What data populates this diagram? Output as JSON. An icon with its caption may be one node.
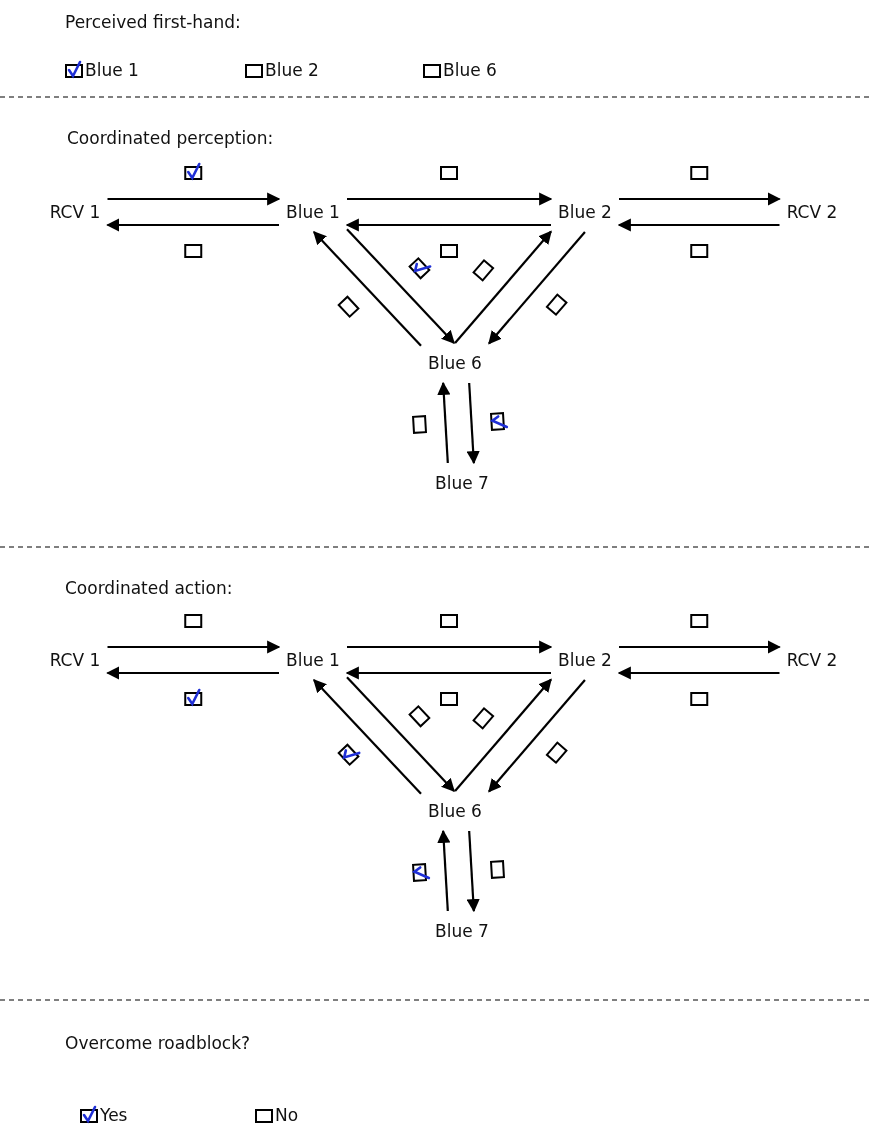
{
  "diagram": {
    "nodes": [
      {
        "text": [
          "RCV 1"
        ]
      },
      {
        "text": [
          "Blue 1"
        ]
      },
      {
        "text": [
          "Blue 2"
        ]
      },
      {
        "text": [
          "RCV 2"
        ]
      },
      {
        "text": [
          "Blue 6"
        ]
      },
      {
        "text": [
          "Blue 7"
        ]
      },
      {
        "text": [
          "RCV 1"
        ]
      },
      {
        "text": [
          "Blue 1"
        ]
      },
      {
        "text": [
          "Blue 2"
        ]
      },
      {
        "text": [
          "RCV 2"
        ]
      },
      {
        "text": [
          "Blue 6"
        ]
      },
      {
        "text": [
          "Blue 7"
        ]
      }
    ],
    "edges": [
      {
        "from": 0,
        "to": 1,
        "arrow": "to"
      },
      {
        "from": 1,
        "to": 0,
        "arrow": "to"
      },
      {
        "from": 1,
        "to": 2,
        "arrow": "to"
      },
      {
        "from": 2,
        "to": 1,
        "arrow": "to"
      },
      {
        "from": 2,
        "to": 3,
        "arrow": "to"
      },
      {
        "from": 3,
        "to": 2,
        "arrow": "to"
      },
      {
        "from": 4,
        "to": 1,
        "arrow": "to"
      },
      {
        "from": 1,
        "to": 4,
        "arrow": "to"
      },
      {
        "from": 4,
        "to": 2,
        "arrow": "to"
      },
      {
        "from": 2,
        "to": 4,
        "arrow": "to"
      },
      {
        "from": 5,
        "to": 4,
        "arrow": "to"
      },
      {
        "from": 4,
        "to": 5,
        "arrow": "to"
      },
      {
        "from": 6,
        "to": 7,
        "arrow": "to"
      },
      {
        "from": 7,
        "to": 6,
        "arrow": "to"
      },
      {
        "from": 7,
        "to": 8,
        "arrow": "to"
      },
      {
        "from": 8,
        "to": 7,
        "arrow": "to"
      },
      {
        "from": 8,
        "to": 9,
        "arrow": "to"
      },
      {
        "from": 9,
        "to": 8,
        "arrow": "to"
      },
      {
        "from": 10,
        "to": 7,
        "arrow": "to"
      },
      {
        "from": 7,
        "to": 10,
        "arrow": "to"
      },
      {
        "from": 10,
        "to": 8,
        "arrow": "to"
      },
      {
        "from": 8,
        "to": 10,
        "arrow": "to"
      },
      {
        "from": 11,
        "to": 10,
        "arrow": "to"
      },
      {
        "from": 10,
        "to": 11,
        "arrow": "to"
      }
    ],
    "labels": [
      "Perceived first-hand:",
      "Blue 1",
      "Blue 2",
      "Blue 6",
      "Coordinated perception:",
      "Coordinated action:",
      "Overcome roadblock?",
      "Yes",
      "No"
    ]
  }
}
